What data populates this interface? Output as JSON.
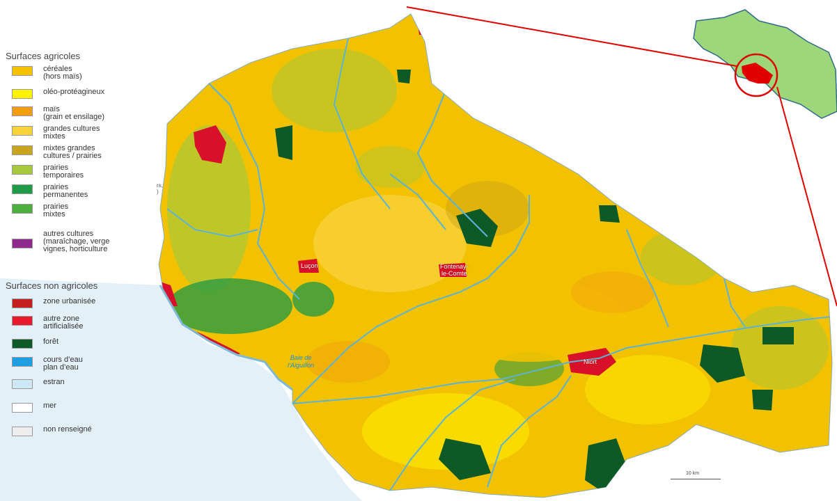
{
  "legend": {
    "agri_heading": "Surfaces agricoles",
    "agri_items": [
      {
        "label": "céréales\n(hors maïs)",
        "color": "#f5c200"
      },
      {
        "label": "oléo-protéagineux",
        "color": "#fff200"
      },
      {
        "label": "maïs\n(grain et ensilage)",
        "color": "#f39c12"
      },
      {
        "label": "grandes cultures\nmixtes",
        "color": "#f8d23a"
      },
      {
        "label": "mixtes grandes\ncultures / prairies",
        "color": "#c9a31a"
      },
      {
        "label": "prairies\ntemporaires",
        "color": "#a6c93c"
      },
      {
        "label": "prairies\npermanentes",
        "color": "#1e9a48"
      },
      {
        "label": "prairies\nmixtes",
        "color": "#4caf3c"
      },
      {
        "label": "autres cultures\n(maraîchage, verge\nvignes, horticulture",
        "color": "#8e2a8e"
      }
    ],
    "nonagri_heading": "Surfaces non agricoles",
    "nonagri_items": [
      {
        "label": "zone urbanisée",
        "color": "#c41e1e"
      },
      {
        "label": "autre zone\nartificialisée",
        "color": "#e8192c"
      },
      {
        "label": "forêt",
        "color": "#0e5a26"
      },
      {
        "label": "cours d’eau\nplan d’eau",
        "color": "#1e9de0"
      },
      {
        "label": "estran",
        "color": "#cfe8f6"
      },
      {
        "label": "mer",
        "color": "#ffffff"
      },
      {
        "label": "non renseigné",
        "color": "#eeeeee"
      }
    ]
  },
  "map": {
    "bay_label": "Baie de\nl’Aiguillon",
    "town_labels": [
      "Luçon",
      "Fontenay-\nle-Comte",
      "Niort"
    ],
    "cut_label": "rs,\n)",
    "scale_label": "10 km"
  },
  "colors": {
    "sea": "#e3f0f7",
    "river": "#5bb3d6",
    "inset_region": "#9ed67a",
    "highlight": "#e00000"
  }
}
